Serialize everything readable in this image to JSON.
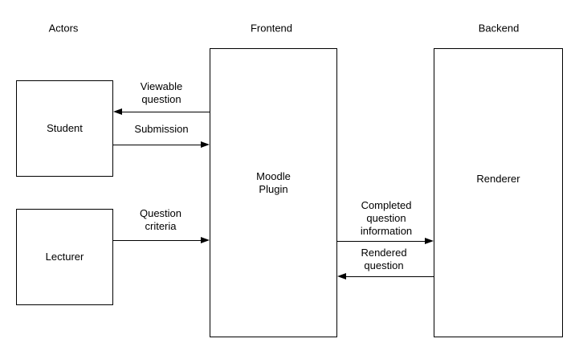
{
  "diagram": {
    "columns": [
      {
        "id": "actors",
        "label": "Actors"
      },
      {
        "id": "frontend",
        "label": "Frontend"
      },
      {
        "id": "backend",
        "label": "Backend"
      }
    ],
    "nodes": [
      {
        "id": "student",
        "label": "Student",
        "column": "Actors"
      },
      {
        "id": "lecturer",
        "label": "Lecturer",
        "column": "Actors"
      },
      {
        "id": "moodle_plugin",
        "label": "Moodle\nPlugin",
        "column": "Frontend"
      },
      {
        "id": "renderer",
        "label": "Renderer",
        "column": "Backend"
      }
    ],
    "edges": [
      {
        "id": "viewable_question",
        "label": "Viewable\nquestion",
        "from": "Moodle Plugin",
        "to": "Student",
        "arrow_direction": "left"
      },
      {
        "id": "submission",
        "label": "Submission",
        "from": "Student",
        "to": "Moodle Plugin",
        "arrow_direction": "right"
      },
      {
        "id": "question_criteria",
        "label": "Question\ncriteria",
        "from": "Lecturer",
        "to": "Moodle Plugin",
        "arrow_direction": "right"
      },
      {
        "id": "completed_question_information",
        "label": "Completed\nquestion\ninformation",
        "from": "Moodle Plugin",
        "to": "Renderer",
        "arrow_direction": "right"
      },
      {
        "id": "rendered_question",
        "label": "Rendered\nquestion",
        "from": "Renderer",
        "to": "Moodle Plugin",
        "arrow_direction": "left"
      }
    ],
    "colors": {
      "stroke": "#000000",
      "text": "#000000",
      "background": "#ffffff"
    }
  }
}
